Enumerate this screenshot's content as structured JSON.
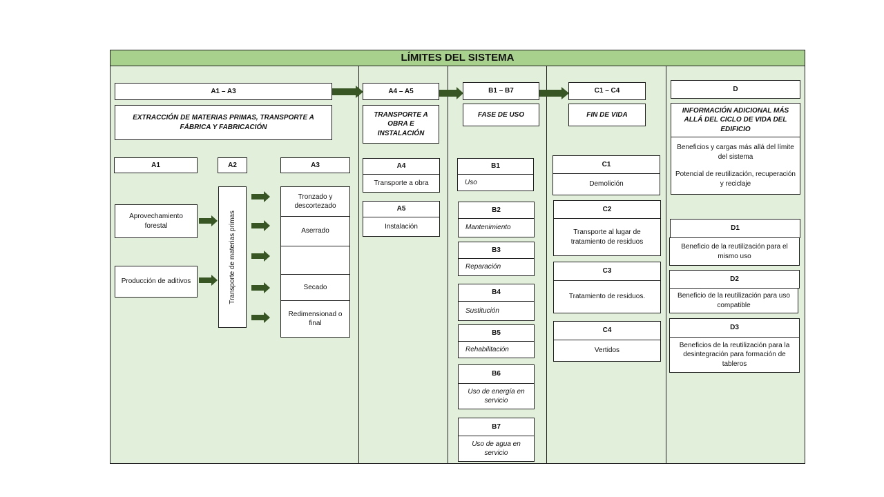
{
  "title": "LÍMITES DEL SISTEMA",
  "colors": {
    "header_green": "#a9d18e",
    "panel_green": "#e2efda",
    "arrow_green": "#375623"
  },
  "sectionA13": {
    "code": "A1 – A3",
    "desc": "EXTRACCIÓN DE MATERIAS PRIMAS, TRANSPORTE A FÁBRICA Y FABRICACIÓN",
    "a1": {
      "code": "A1",
      "items": [
        "Aprovechamiento forestal",
        "Producción  de aditivos"
      ]
    },
    "a2": {
      "code": "A2",
      "label": "Transporte  de materias  primas"
    },
    "a3": {
      "code": "A3",
      "items": [
        "Tronzado y descortezado",
        "Aserrado",
        "",
        "Secado",
        "Redimensionad o final"
      ]
    }
  },
  "sectionA45": {
    "code": "A4 – A5",
    "desc": "TRANSPORTE A OBRA E INSTALACIÓN",
    "modules": [
      {
        "code": "A4",
        "label": "Transporte  a obra"
      },
      {
        "code": "A5",
        "label": "Instalación"
      }
    ]
  },
  "sectionB": {
    "code": "B1 – B7",
    "desc": "FASE DE USO",
    "modules": [
      {
        "code": "B1",
        "label": "Uso"
      },
      {
        "code": "B2",
        "label": "Mantenimiento"
      },
      {
        "code": "B3",
        "label": "Reparación"
      },
      {
        "code": "B4",
        "label": "Sustitución"
      },
      {
        "code": "B5",
        "label": "Rehabilitación"
      },
      {
        "code": "B6",
        "label": "Uso de energía en servicio"
      },
      {
        "code": "B7",
        "label": "Uso de agua en servicio"
      }
    ]
  },
  "sectionC": {
    "code": "C1 – C4",
    "desc": "FIN DE VIDA",
    "modules": [
      {
        "code": "C1",
        "label": "Demolición"
      },
      {
        "code": "C2",
        "label": "Transporte al lugar de tratamiento de residuos"
      },
      {
        "code": "C3",
        "label": "Tratamiento de residuos."
      },
      {
        "code": "C4",
        "label": "Vertidos"
      }
    ]
  },
  "sectionD": {
    "code": "D",
    "desc": "INFORMACIÓN ADICIONAL MÁS ALLÁ DEL CICLO DE VIDA DEL EDIFICIO",
    "benefits": "Beneficios y cargas más allá del límite del sistema",
    "potential": "Potencial de reutilización, recuperación y reciclaje",
    "modules": [
      {
        "code": "D1",
        "label": "Beneficio de la reutilización para el mismo uso"
      },
      {
        "code": "D2",
        "label": "Beneficio de la reutilización para uso compatible"
      },
      {
        "code": "D3",
        "label": "Beneficios de la reutilización para la desintegración para formación de tableros"
      }
    ]
  }
}
